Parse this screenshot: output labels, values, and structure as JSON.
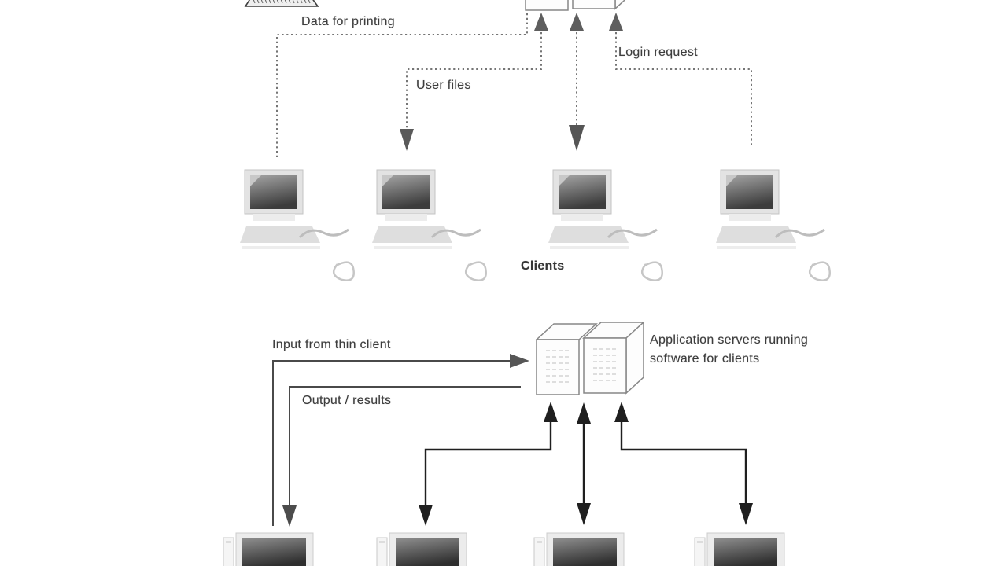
{
  "canvas": {
    "background": "#ffffff"
  },
  "labels": {
    "data_for_printing": "Data for printing",
    "user_files": "User files",
    "login_request": "Login request",
    "clients": "Clients",
    "input_from_thin_client": "Input from thin client",
    "output_results": "Output / results",
    "app_servers_line1": "Application servers running",
    "app_servers_line2": "software for clients"
  },
  "icons": [
    "printer-icon",
    "server-stack-icon",
    "desktop-client-icon",
    "thin-client-icon",
    "arrow-up-icon",
    "arrow-down-icon",
    "arrow-right-icon"
  ],
  "colors": {
    "background": "#ffffff",
    "text": "#3d3d3d",
    "dotted_line": "#757575",
    "gray_arrow": "#5e5e5e",
    "solid_line": "#4a4a4a",
    "black_arrow": "#1f1f1f"
  }
}
